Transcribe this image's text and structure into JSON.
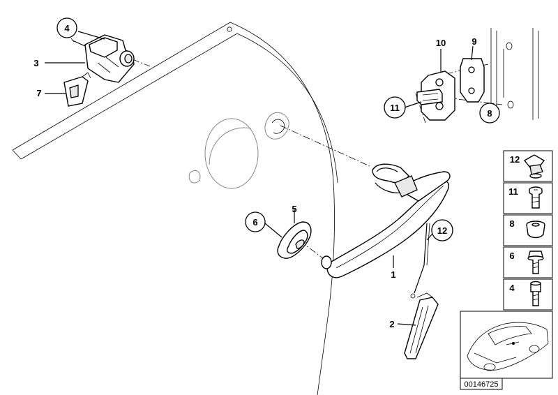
{
  "callouts": [
    {
      "id": "c4",
      "label": "4",
      "circled": true
    },
    {
      "id": "c3",
      "label": "3",
      "circled": false
    },
    {
      "id": "c7",
      "label": "7",
      "circled": false
    },
    {
      "id": "c10",
      "label": "10",
      "circled": false
    },
    {
      "id": "c9",
      "label": "9",
      "circled": false
    },
    {
      "id": "c11",
      "label": "11",
      "circled": true
    },
    {
      "id": "c8",
      "label": "8",
      "circled": true
    },
    {
      "id": "c6",
      "label": "6",
      "circled": true
    },
    {
      "id": "c5",
      "label": "5",
      "circled": false
    },
    {
      "id": "c12",
      "label": "12",
      "circled": true
    },
    {
      "id": "c1",
      "label": "1",
      "circled": false
    },
    {
      "id": "c2",
      "label": "2",
      "circled": false
    }
  ],
  "parts_column": [
    {
      "label": "12",
      "icon": "clip-nut-icon"
    },
    {
      "label": "11",
      "icon": "torx-bolt-icon"
    },
    {
      "label": "8",
      "icon": "grommet-icon"
    },
    {
      "label": "6",
      "icon": "hex-bolt-icon"
    },
    {
      "label": "4",
      "icon": "socket-screw-icon"
    }
  ],
  "diagram_reference": "00146725"
}
